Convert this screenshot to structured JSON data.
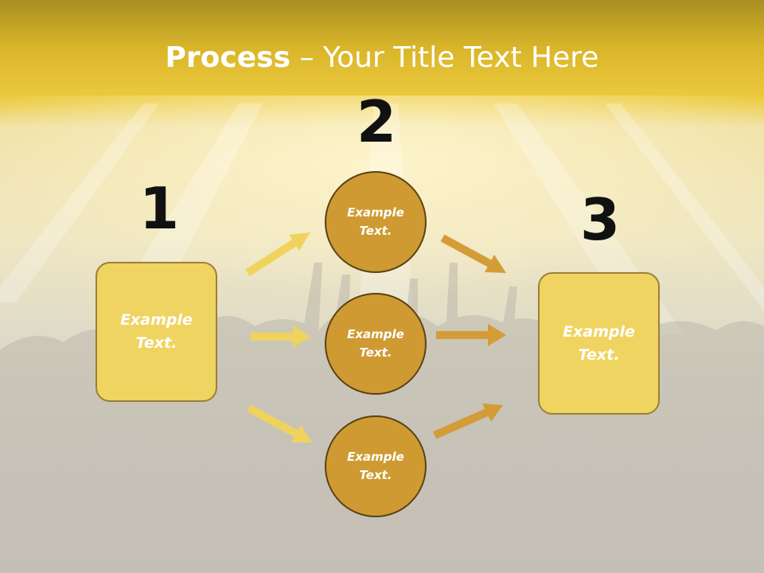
{
  "title": {
    "bold": "Process",
    "rest": " – Your Title Text Here"
  },
  "steps": [
    {
      "number": "1",
      "label": "Example Text."
    },
    {
      "number": "2",
      "label": "Example Text."
    },
    {
      "number": "3",
      "label": "Example Text."
    }
  ],
  "circles": [
    {
      "label": "Example Text."
    },
    {
      "label": "Example Text."
    },
    {
      "label": "Example Text."
    }
  ],
  "colors": {
    "box_fill": "#f0d461",
    "circle_fill": "#cf9a32",
    "arrow_light": "#efd35e",
    "arrow_dark": "#d39c36",
    "title_band": "#e8c53a"
  }
}
